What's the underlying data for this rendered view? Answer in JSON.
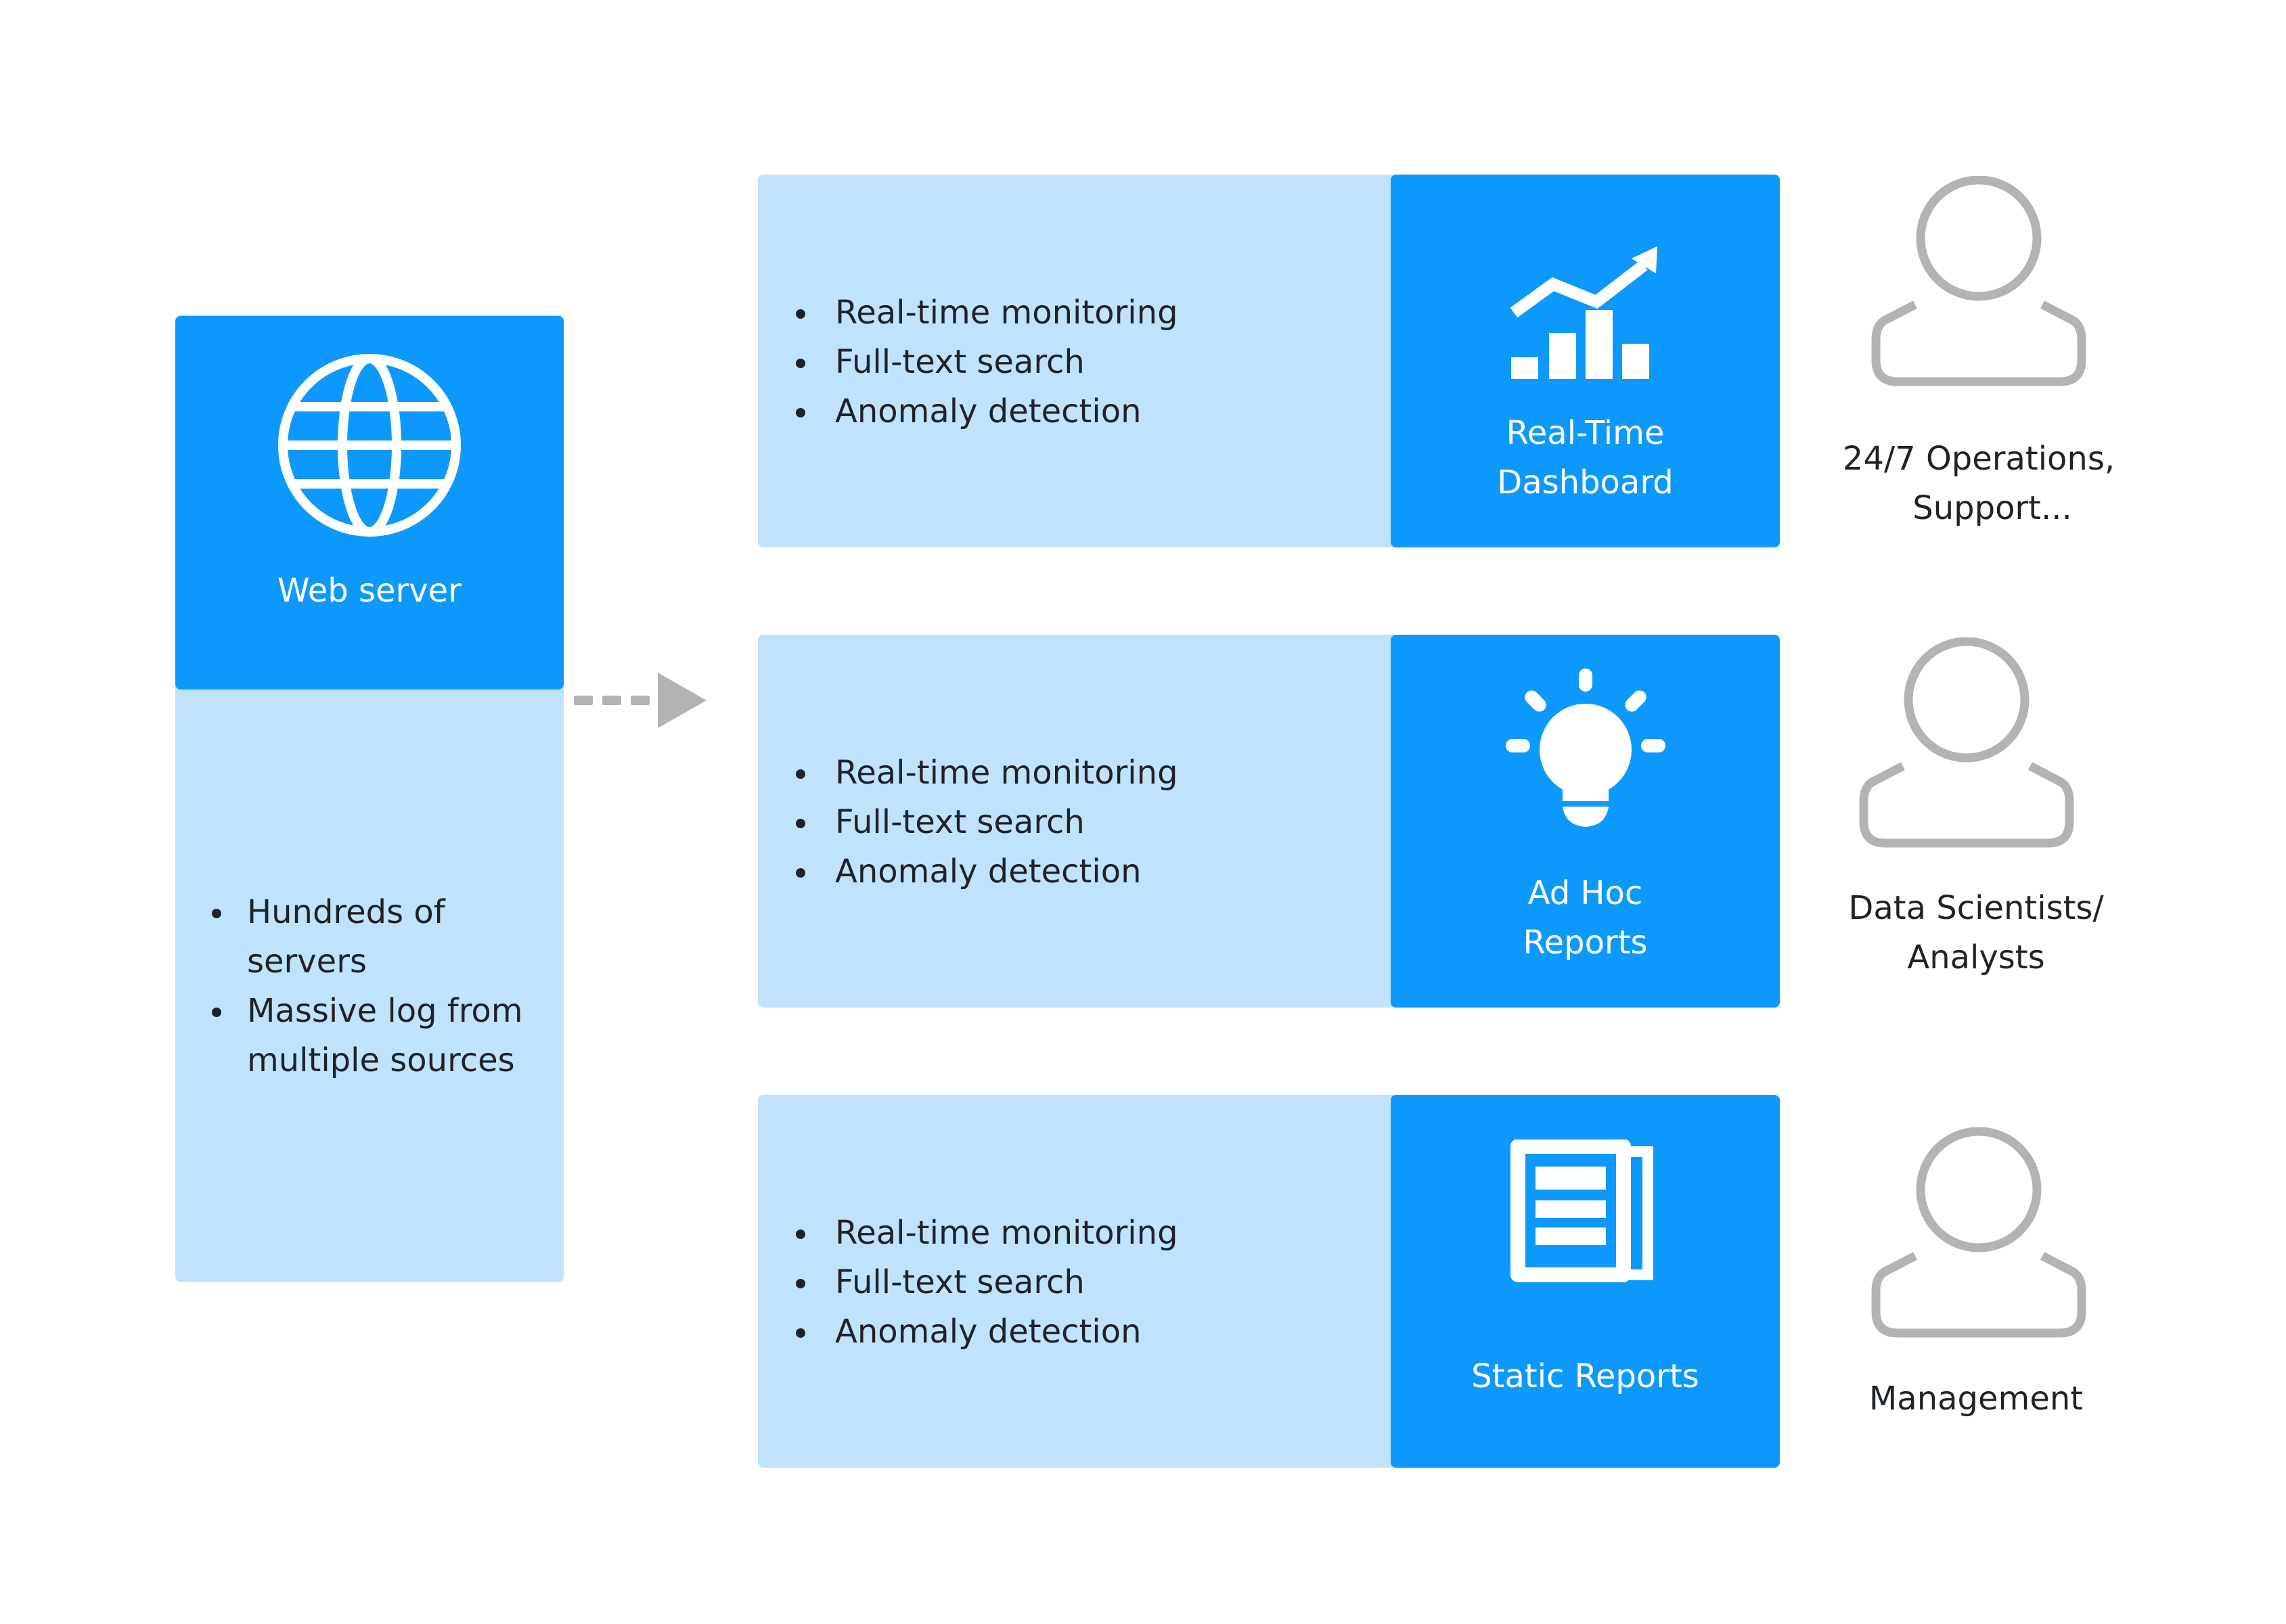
{
  "colors": {
    "light_panel": "#c0e3fb",
    "dark_panel": "#0d99fc",
    "text": "#1f2329",
    "persona_stroke": "#b3b3b3",
    "arrow": "#b3b3b3"
  },
  "source": {
    "title": "Web server",
    "icon": "globe-icon",
    "bullets": [
      "Hundreds of servers",
      "Massive log from multiple sources"
    ]
  },
  "rows": [
    {
      "bullets": [
        "Real-time monitoring",
        "Full-text search",
        "Anomaly detection"
      ],
      "label_line1": "Real-Time",
      "label_line2": "Dashboard",
      "icon": "chart-icon",
      "persona_line1": "24/7 Operations,",
      "persona_line2": "Support..."
    },
    {
      "bullets": [
        "Real-time monitoring",
        "Full-text search",
        "Anomaly detection"
      ],
      "label_line1": "Ad Hoc",
      "label_line2": "Reports",
      "icon": "lightbulb-icon",
      "persona_line1": "Data Scientists/",
      "persona_line2": "Analysts"
    },
    {
      "bullets": [
        "Real-time monitoring",
        "Full-text search",
        "Anomaly detection"
      ],
      "label_line1": "Static Reports",
      "label_line2": "",
      "icon": "newspaper-icon",
      "persona_line1": "Management",
      "persona_line2": ""
    }
  ]
}
